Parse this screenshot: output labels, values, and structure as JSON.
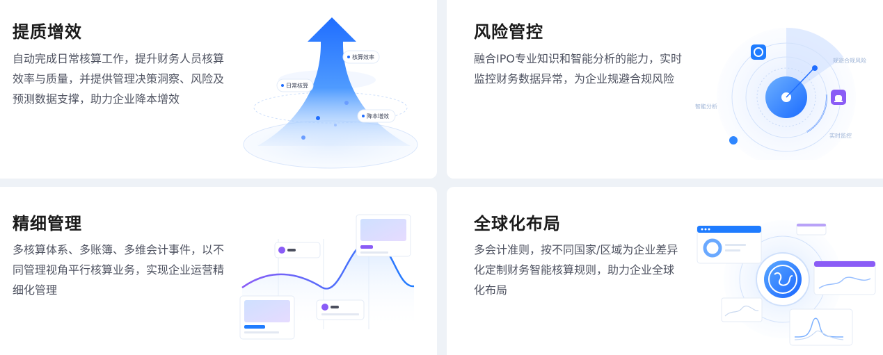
{
  "cards": [
    {
      "title": "提质增效",
      "desc": "自动完成日常核算工作，提升财务人员核算效率与质量，并提供管理决策洞察、风险及预测数据支撑，助力企业降本增效",
      "tags": [
        "核算效率",
        "日常核算",
        "降本增效"
      ]
    },
    {
      "title": "风险管控",
      "desc": "融合IPO专业知识和智能分析的能力，实时监控财务数据异常，为企业规避合规风险",
      "tags": [
        "规避合规风险",
        "智能分析",
        "实时监控"
      ]
    },
    {
      "title": "精细管理",
      "desc": "多核算体系、多账簿、多维会计事件，以不同管理视角平行核算业务，实现企业运营精细化管理"
    },
    {
      "title": "全球化布局",
      "desc": "多会计准则，按不同国家/区域为企业差异化定制财务智能核算规则，助力企业全球化布局"
    }
  ],
  "colors": {
    "accent": "#1f7cff",
    "purple": "#8a5cf6",
    "background": "#eef2f7"
  },
  "icons": [
    "arrow-up-icon",
    "radar-icon",
    "alarm-icon",
    "globe-icon",
    "pie-icon",
    "wave-icon"
  ]
}
